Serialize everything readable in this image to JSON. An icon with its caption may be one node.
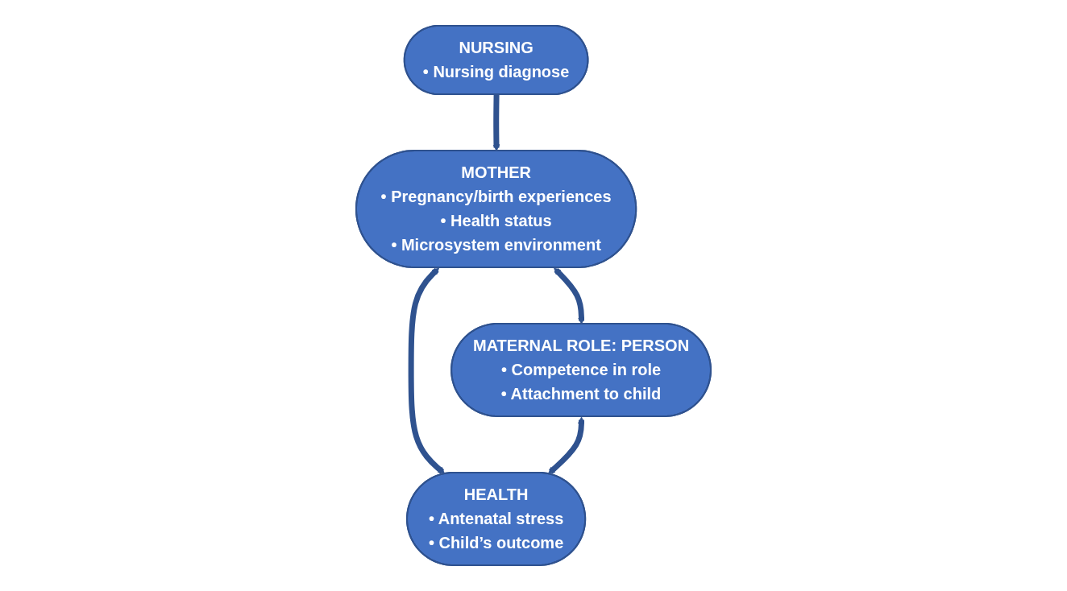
{
  "diagram": {
    "nodes": [
      {
        "text": [
          "NURSING",
          "• Nursing diagnose"
        ]
      },
      {
        "text": [
          "MOTHER",
          "• Pregnancy/birth experiences",
          "• Health status",
          "• Microsystem environment"
        ]
      },
      {
        "text": [
          "MATERNAL ROLE: PERSON",
          "• Competence in role",
          "• Attachment to child"
        ]
      },
      {
        "text": [
          "HEALTH",
          "• Antenatal stress",
          "• Child’s outcome"
        ]
      }
    ],
    "edges": [
      {
        "from": 0,
        "to": 1,
        "arrow": "to"
      },
      {
        "from": 1,
        "to": 2,
        "arrow": "both"
      },
      {
        "from": 1,
        "to": 3,
        "arrow": "both"
      },
      {
        "from": 2,
        "to": 3,
        "arrow": "both"
      }
    ]
  }
}
